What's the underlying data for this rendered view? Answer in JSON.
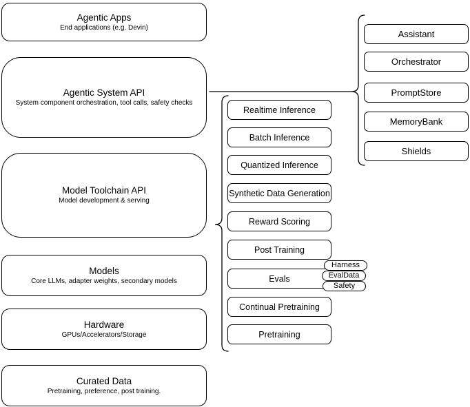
{
  "diagram": {
    "left_stack": [
      {
        "title": "Agentic Apps",
        "subtitle": "End applications (e.g. Devin)"
      },
      {
        "title": "Agentic System API",
        "subtitle": "System component orchestration, tool calls, safety checks"
      },
      {
        "title": "Model Toolchain API",
        "subtitle": "Model development & serving"
      },
      {
        "title": "Models",
        "subtitle": "Core LLMs, adapter weights, secondary models"
      },
      {
        "title": "Hardware",
        "subtitle": "GPUs/Accelerators/Storage"
      },
      {
        "title": "Curated Data",
        "subtitle": "Pretraining, preference, post training."
      }
    ],
    "toolchain_group": {
      "items": [
        "Realtime Inference",
        "Batch Inference",
        "Quantized Inference",
        "Synthetic Data Generation",
        "Reward Scoring",
        "Post Training",
        "Evals",
        "Continual Pretraining",
        "Pretraining"
      ],
      "evals_tags": [
        "Harness",
        "EvalData",
        "Safety"
      ]
    },
    "system_group": {
      "items": [
        "Assistant",
        "Orchestrator",
        "PromptStore",
        "MemoryBank",
        "Shields"
      ]
    },
    "colors": {
      "stroke": "#000000",
      "fill": "#ffffff",
      "text": "#000000"
    }
  }
}
